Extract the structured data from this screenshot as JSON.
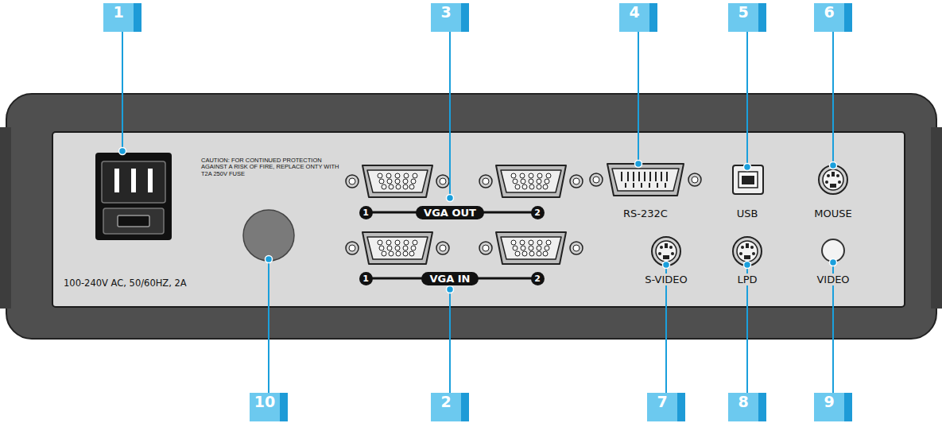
{
  "diagram": {
    "labels": [
      "1",
      "3",
      "4",
      "5",
      "6",
      "CAUTION: FOR CONTINUED PROTECTION AGAINST A RISK OF FIRE, REPLACE ONTY WITH T2A 250V FUSE",
      "1",
      "VGA OUT",
      "2",
      "RS-232C",
      "USB",
      "MOUSE",
      "1",
      "VGA IN",
      "2",
      "S-VIDEO",
      "LPD",
      "VIDEO",
      "100-240V AC, 50/60HZ, 2A",
      "10",
      "2",
      "7",
      "8",
      "9"
    ]
  }
}
